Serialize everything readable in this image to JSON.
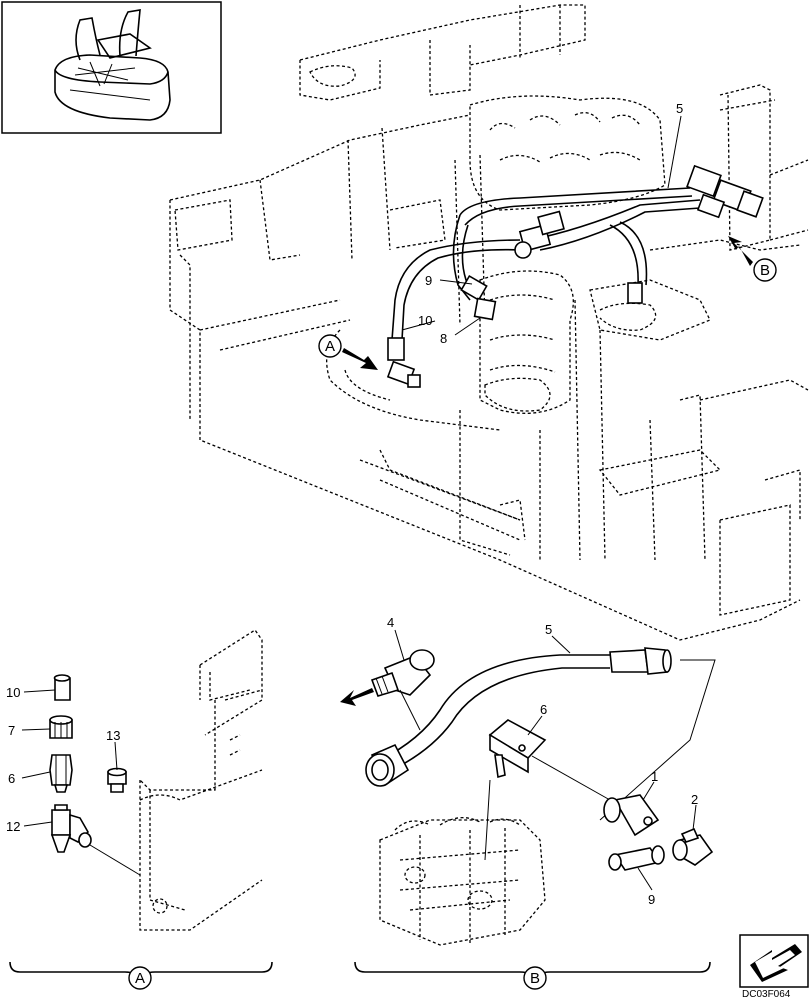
{
  "callouts": {
    "n1": "1",
    "n2": "2",
    "n4": "4",
    "n5_main": "5",
    "n5_detail": "5",
    "n6_detail": "6",
    "n6_left": "6",
    "n7": "7",
    "n8": "8",
    "n9_main": "9",
    "n9_detail": "9",
    "n10_main": "10",
    "n10_left": "10",
    "n12": "12",
    "n13": "13"
  },
  "views": {
    "view_a_main": "A",
    "view_b_main": "B",
    "view_a_caption": "A",
    "view_b_caption": "B"
  },
  "drawing_code": "DC03F064"
}
